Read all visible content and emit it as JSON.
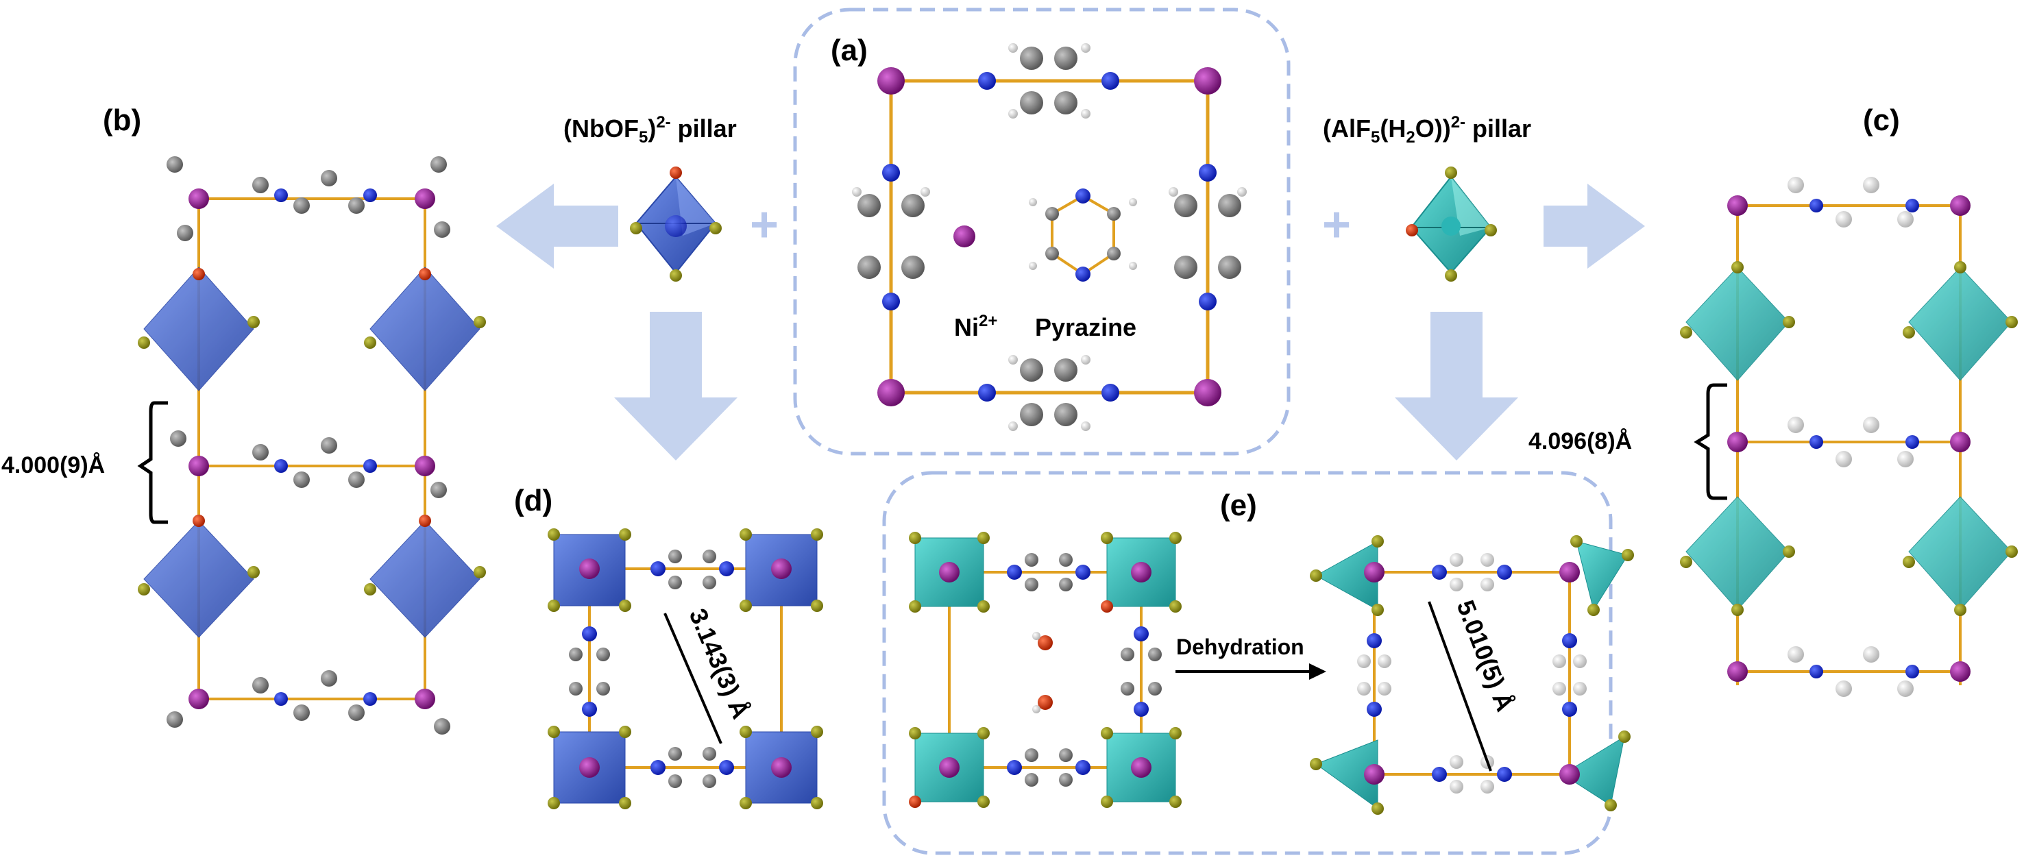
{
  "panels": {
    "a": "(a)",
    "b": "(b)",
    "c": "(c)",
    "d": "(d)",
    "e": "(e)"
  },
  "pillars": {
    "nb_main": "(NbOF",
    "nb_sub": "5",
    "nb_tail": ")",
    "nb_charge": "2-",
    "nb_word": " pillar",
    "al_main": "(AlF",
    "al_sub": "5",
    "al_mid": "(H",
    "al_sub2": "2",
    "al_tail": "O))",
    "al_charge": "2-",
    "al_word": " pillar"
  },
  "labels": {
    "ni": "Ni",
    "ni_charge": "2+",
    "pyrazine": "Pyrazine",
    "plus": "+"
  },
  "measurements": {
    "b_spacing": "4.000(9)Å",
    "c_spacing": "4.096(8)Å",
    "d_distance": "3.143(3) Å",
    "e_distance": "5.010(5) Å"
  },
  "process": {
    "dehydration": "Dehydration"
  },
  "colors": {
    "nickel": "#8b1a8b",
    "nitrogen": "#1f2fd0",
    "carbon": "#8a8a8a",
    "hydrogen": "#e8e8e8",
    "fluorine": "#8f8f12",
    "oxygen": "#d23a14",
    "bond": "#e0a020",
    "nb_octahedron": "#3a5fc8",
    "al_octahedron": "#2bb5b5",
    "arrow": "#c5d3ee",
    "dashed_box": "#a9bce6"
  }
}
